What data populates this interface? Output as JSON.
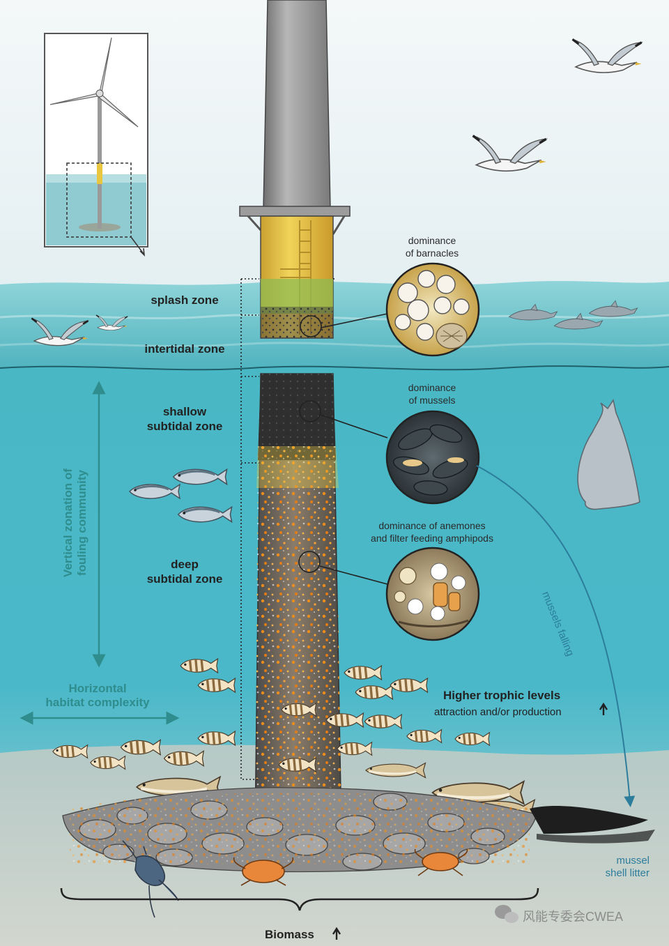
{
  "zones": {
    "splash": "splash zone",
    "intertidal": "intertidal zone",
    "shallow_1": "shallow",
    "shallow_2": "subtidal zone",
    "deep_1": "deep",
    "deep_2": "subtidal zone"
  },
  "callouts": {
    "barnacles_1": "dominance",
    "barnacles_2": "of barnacles",
    "mussels_1": "dominance",
    "mussels_2": "of mussels",
    "anemones_1": "dominance of anemones",
    "anemones_2": "and filter feeding amphipods"
  },
  "vertical_label_1": "Vertical zonation of",
  "vertical_label_2": "fouling community",
  "horizontal_label_1": "Horizontal",
  "horizontal_label_2": "habitat complexity",
  "trophic": {
    "title": "Higher trophic levels",
    "subtitle": "attraction and/or production"
  },
  "mussels_falling": "mussels falling",
  "mussel_litter_1": "mussel",
  "mussel_litter_2": "shell litter",
  "biomass": "Biomass",
  "watermark": "风能专委会CWEA",
  "colors": {
    "sky": "#eef5f7",
    "sea_surface": "#58c3c9",
    "sea_deep": "#3fb0c6",
    "seabed": "#c9d0c8",
    "tower": "#8e8e8e",
    "transition_piece": "#e9c640",
    "accent_teal": "#2f8d8d",
    "orange_fouling": "#e88a1f"
  }
}
